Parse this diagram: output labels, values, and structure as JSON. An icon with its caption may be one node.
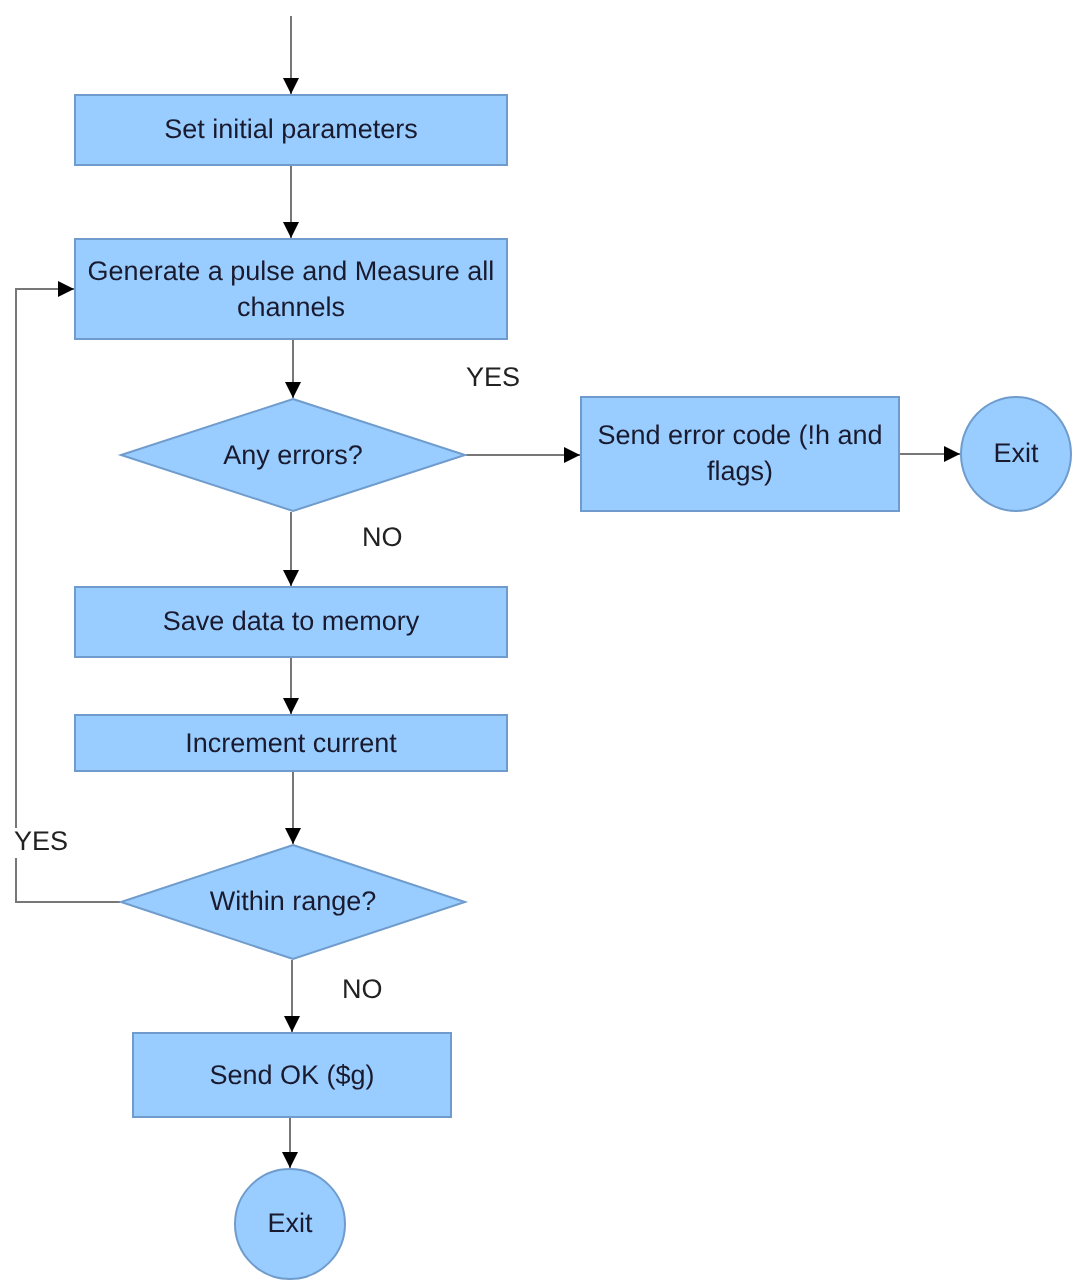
{
  "diagram": {
    "nodes": [
      {
        "text": [
          "Set initial parameters"
        ]
      },
      {
        "text": [
          "Generate a pulse and Measure all channels"
        ]
      },
      {
        "text": [
          "Any errors?"
        ]
      },
      {
        "text": [
          "Send error code (!h and flags)"
        ]
      },
      {
        "text": [
          "Exit"
        ]
      },
      {
        "text": [
          "Save data to memory"
        ]
      },
      {
        "text": [
          "Increment current"
        ]
      },
      {
        "text": [
          "Within range?"
        ]
      },
      {
        "text": [
          "Send OK ($g)"
        ]
      },
      {
        "text": [
          "Exit"
        ]
      }
    ],
    "edges": [
      {
        "from": null,
        "to": 0,
        "arrow": "to"
      },
      {
        "from": 0,
        "to": 1,
        "arrow": "to"
      },
      {
        "from": 1,
        "to": 2,
        "arrow": "to"
      },
      {
        "from": 2,
        "to": 3,
        "arrow": "to",
        "label": "YES"
      },
      {
        "from": 3,
        "to": 4,
        "arrow": "to"
      },
      {
        "from": 2,
        "to": 5,
        "arrow": "to",
        "label": "NO"
      },
      {
        "from": 5,
        "to": 6,
        "arrow": "to"
      },
      {
        "from": 6,
        "to": 7,
        "arrow": "to"
      },
      {
        "from": 7,
        "to": 1,
        "arrow": "to",
        "label": "YES"
      },
      {
        "from": 7,
        "to": 8,
        "arrow": "to",
        "label": "NO"
      },
      {
        "from": 8,
        "to": 9,
        "arrow": "to"
      }
    ]
  }
}
